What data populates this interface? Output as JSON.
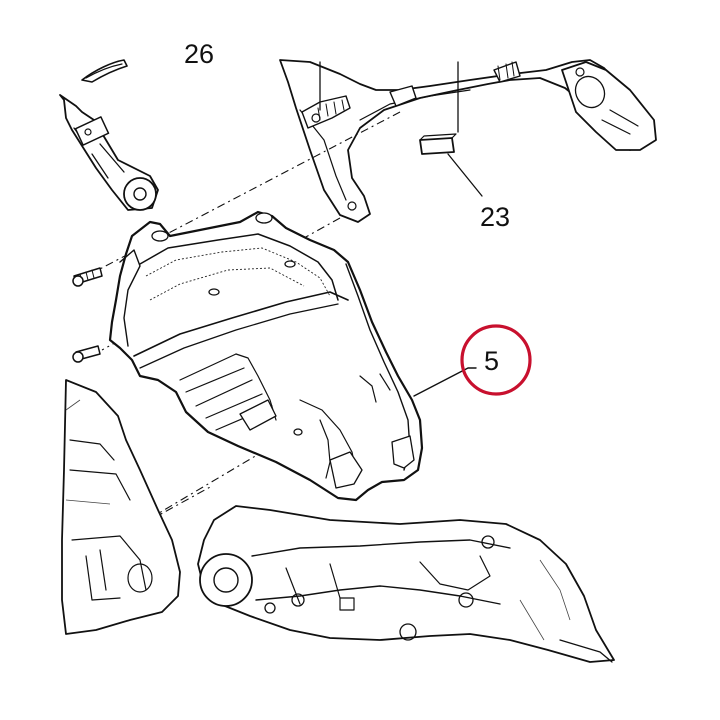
{
  "callouts": [
    {
      "label": "23"
    },
    {
      "label": "5",
      "highlighted": true
    },
    {
      "label": "26"
    }
  ],
  "colors": {
    "line_art": "#111111",
    "highlight_ring": "#c8102e",
    "background": "#ffffff"
  }
}
